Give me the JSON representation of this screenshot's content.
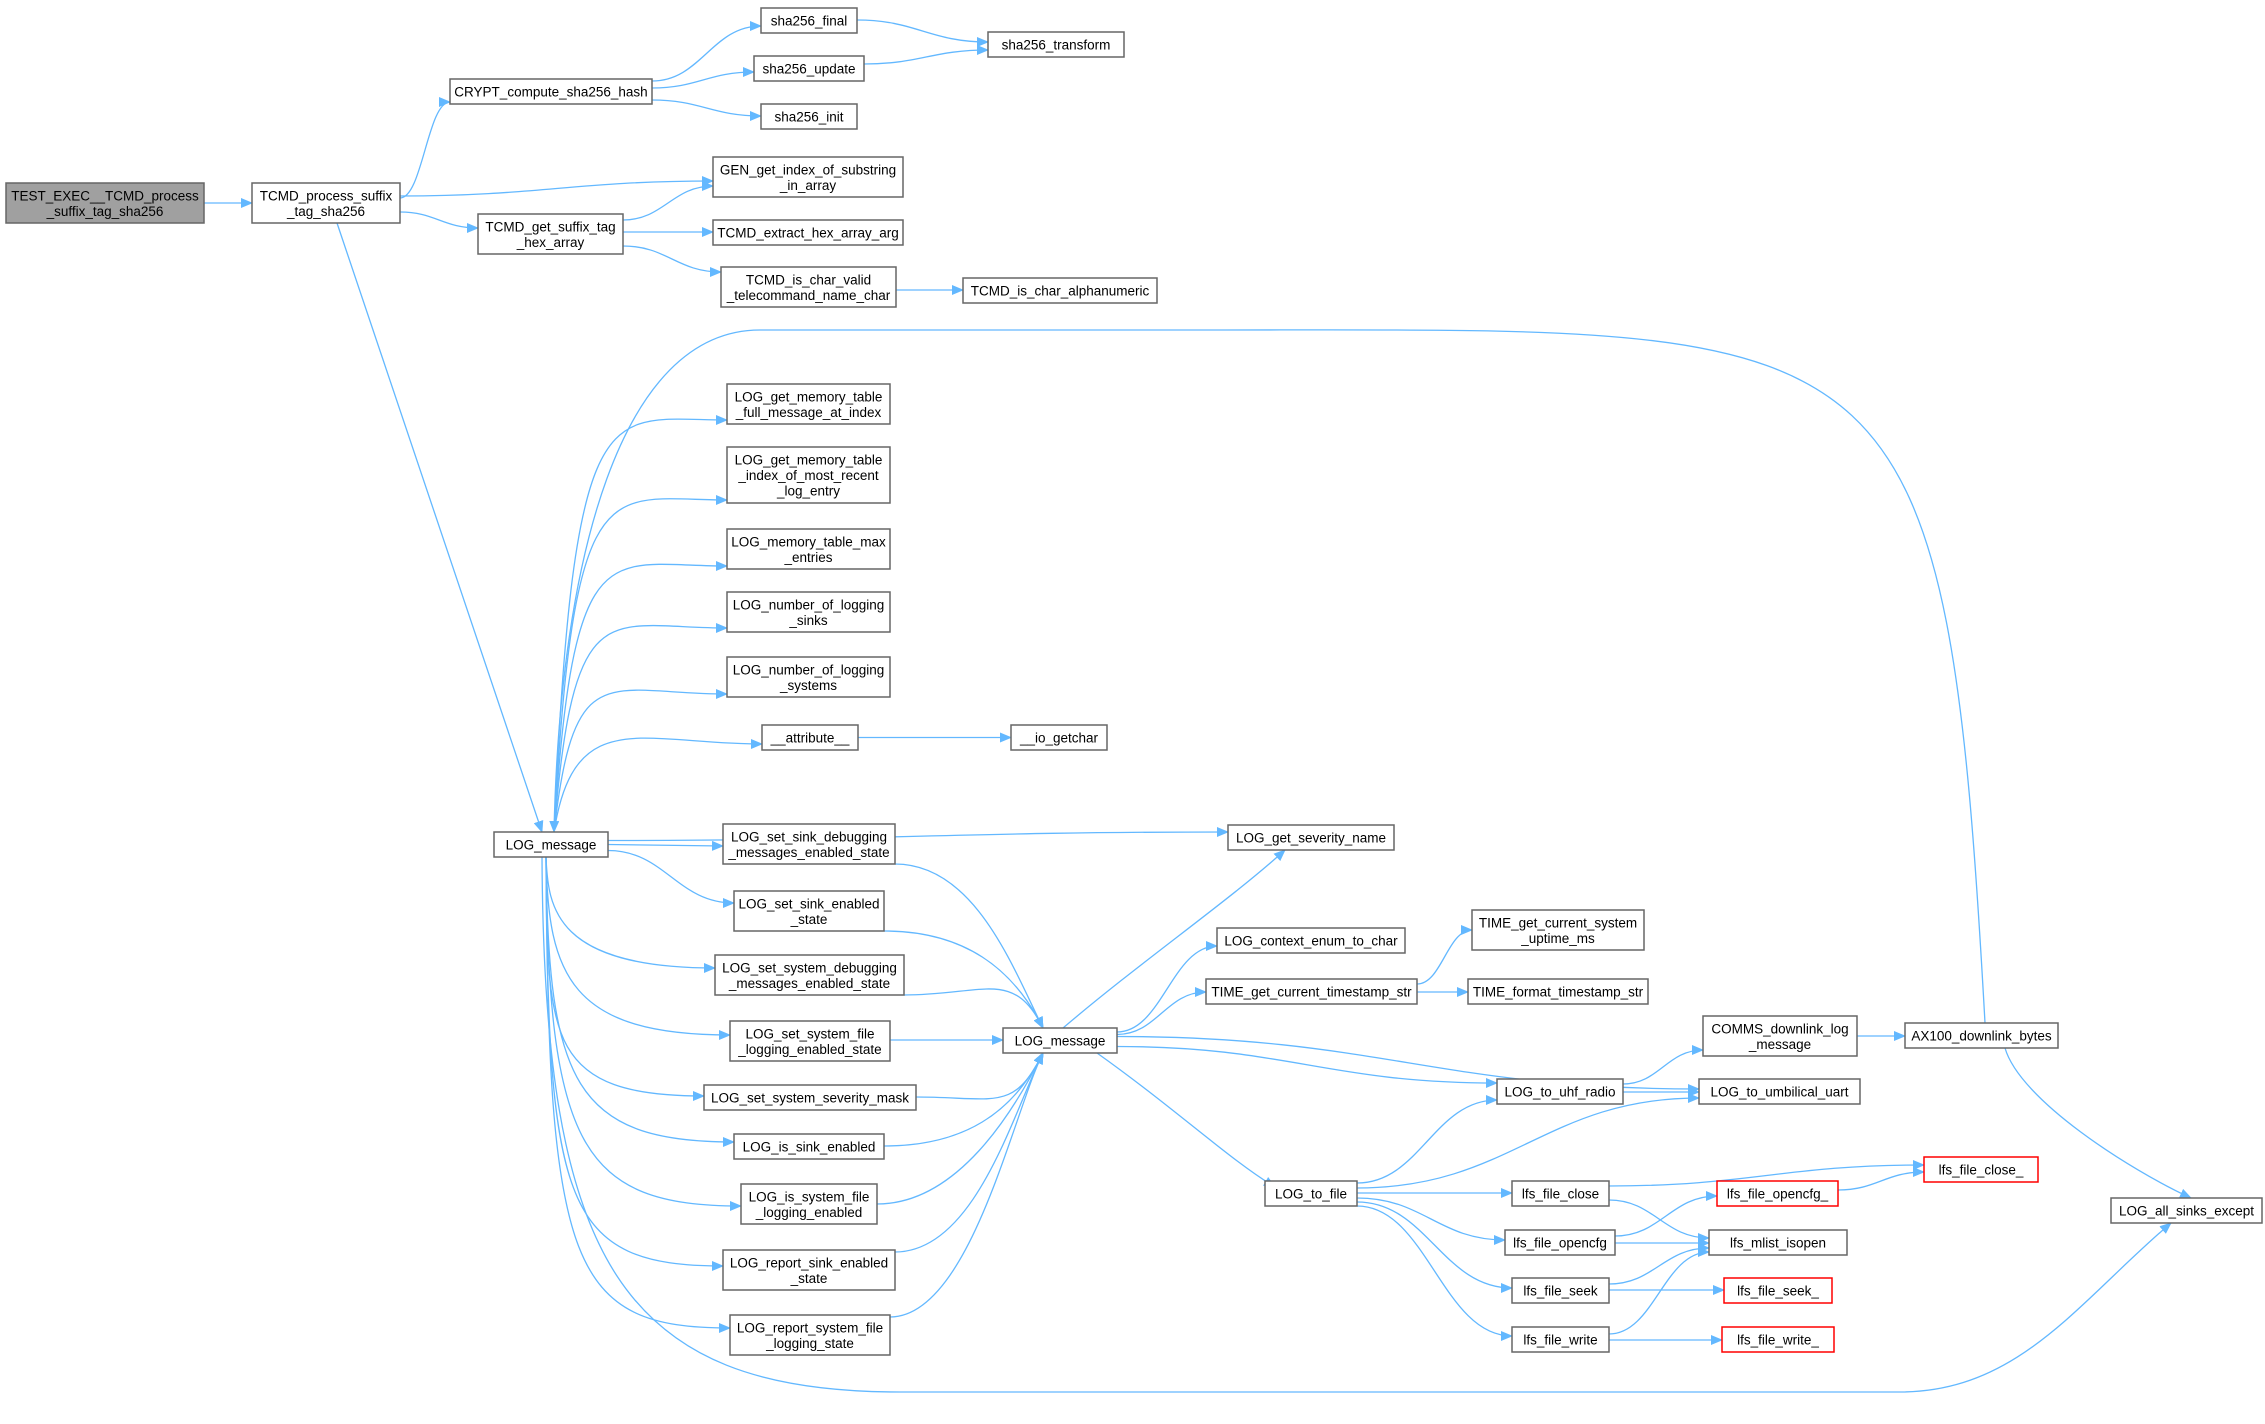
{
  "colors": {
    "edge": "#63b8ff",
    "node_border": "#666666",
    "root_fill": "#a0a0a0",
    "truncated_border": "#ff0000"
  },
  "nodes": {
    "test_exec": [
      "TEST_EXEC__TCMD_process",
      "_suffix_tag_sha256"
    ],
    "tcmd_process": [
      "TCMD_process_suffix",
      "_tag_sha256"
    ],
    "crypt_sha": [
      "CRYPT_compute_sha256_hash"
    ],
    "sha_final": [
      "sha256_final"
    ],
    "sha_update": [
      "sha256_update"
    ],
    "sha_init": [
      "sha256_init"
    ],
    "sha_transform": [
      "sha256_transform"
    ],
    "gen_index": [
      "GEN_get_index_of_substring",
      "_in_array"
    ],
    "tcmd_suffix_hex": [
      "TCMD_get_suffix_tag",
      "_hex_array"
    ],
    "tcmd_extract": [
      "TCMD_extract_hex_array_arg"
    ],
    "tcmd_valid": [
      "TCMD_is_char_valid",
      "_telecommand_name_char"
    ],
    "tcmd_alnum": [
      "TCMD_is_char_alphanumeric"
    ],
    "log_msg_a": [
      "LOG_message"
    ],
    "log_mem_full": [
      "LOG_get_memory_table",
      "_full_message_at_index"
    ],
    "log_mem_recent": [
      "LOG_get_memory_table",
      "_index_of_most_recent",
      "_log_entry"
    ],
    "log_mem_max": [
      "LOG_memory_table_max",
      "_entries"
    ],
    "log_num_sinks": [
      "LOG_number_of_logging",
      "_sinks"
    ],
    "log_num_systems": [
      "LOG_number_of_logging",
      "_systems"
    ],
    "attribute": [
      "__attribute__"
    ],
    "io_getchar": [
      "__io_getchar"
    ],
    "log_set_sink_dbg": [
      "LOG_set_sink_debugging",
      "_messages_enabled_state"
    ],
    "log_set_sink_en": [
      "LOG_set_sink_enabled",
      "_state"
    ],
    "log_set_sys_dbg": [
      "LOG_set_system_debugging",
      "_messages_enabled_state"
    ],
    "log_set_sys_file": [
      "LOG_set_system_file",
      "_logging_enabled_state"
    ],
    "log_set_sys_sev": [
      "LOG_set_system_severity_mask"
    ],
    "log_is_sink_en": [
      "LOG_is_sink_enabled"
    ],
    "log_is_sys_file": [
      "LOG_is_system_file",
      "_logging_enabled"
    ],
    "log_report_sink": [
      "LOG_report_sink_enabled",
      "_state"
    ],
    "log_report_sys": [
      "LOG_report_system_file",
      "_logging_state"
    ],
    "log_msg_b": [
      "LOG_message"
    ],
    "log_severity": [
      "LOG_get_severity_name"
    ],
    "log_ctx": [
      "LOG_context_enum_to_char"
    ],
    "time_ts": [
      "TIME_get_current_timestamp_str"
    ],
    "time_uptime": [
      "TIME_get_current_system",
      "_uptime_ms"
    ],
    "time_fmt": [
      "TIME_format_timestamp_str"
    ],
    "comms_dl": [
      "COMMS_downlink_log",
      "_message"
    ],
    "ax100": [
      "AX100_downlink_bytes"
    ],
    "log_uhf": [
      "LOG_to_uhf_radio"
    ],
    "log_umb": [
      "LOG_to_umbilical_uart"
    ],
    "log_file": [
      "LOG_to_file"
    ],
    "lfs_close": [
      "lfs_file_close"
    ],
    "lfs_opencfg": [
      "lfs_file_opencfg"
    ],
    "lfs_seek": [
      "lfs_file_seek"
    ],
    "lfs_write": [
      "lfs_file_write"
    ],
    "lfs_opencfg_": [
      "lfs_file_opencfg_"
    ],
    "lfs_close_": [
      "lfs_file_close_"
    ],
    "lfs_mlist": [
      "lfs_mlist_isopen"
    ],
    "lfs_seek_": [
      "lfs_file_seek_"
    ],
    "lfs_write_": [
      "lfs_file_write_"
    ],
    "log_all_sinks": [
      "LOG_all_sinks_except"
    ]
  }
}
